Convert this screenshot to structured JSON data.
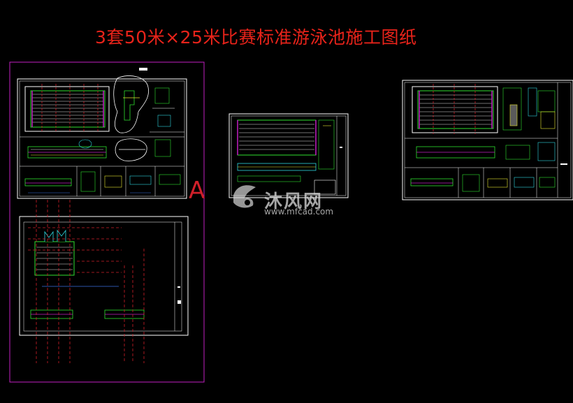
{
  "page": {
    "title": "3套50米×25米比赛标准游泳池施工图纸"
  },
  "watermark": {
    "name": "沐风网",
    "url": "www.mfcad.com"
  },
  "marks": {
    "sheet_letter": "A"
  },
  "colors": {
    "background": "#000000",
    "title": "#e8231a",
    "frame": "#ffffff",
    "magenta": "#c21fc2",
    "red_dash": "#d0202a",
    "green": "#2fe02f",
    "cyan": "#2fd7e0",
    "yellow": "#e6e62e",
    "blue": "#3a6fe0"
  }
}
